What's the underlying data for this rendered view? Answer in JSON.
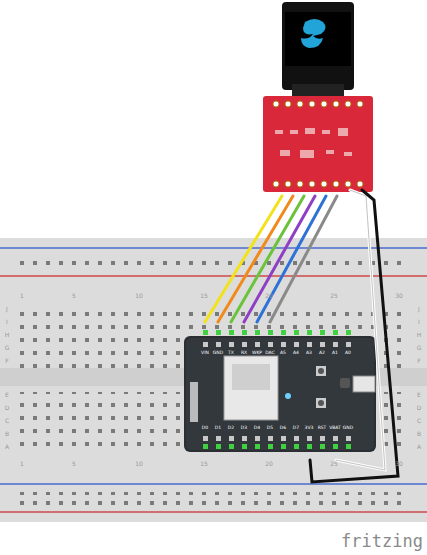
{
  "diagram": {
    "labels": [
      "fritzing",
      "1",
      "5",
      "10",
      "15",
      "20",
      "25",
      "30",
      "1",
      "5",
      "10",
      "15",
      "20",
      "25",
      "30",
      "J",
      "I",
      "H",
      "G",
      "F",
      "E",
      "D",
      "C",
      "B",
      "A",
      "J",
      "I",
      "H",
      "G",
      "F",
      "E",
      "D",
      "C",
      "B",
      "A",
      "VIN",
      "GND",
      "TX",
      "RX",
      "WKP",
      "DAC",
      "A5",
      "A4",
      "A3",
      "A2",
      "A1",
      "A0",
      "D0",
      "D1",
      "D2",
      "D3",
      "D4",
      "D5",
      "D6",
      "D7",
      "3V3",
      "RST",
      "VBAT",
      "GND"
    ]
  }
}
